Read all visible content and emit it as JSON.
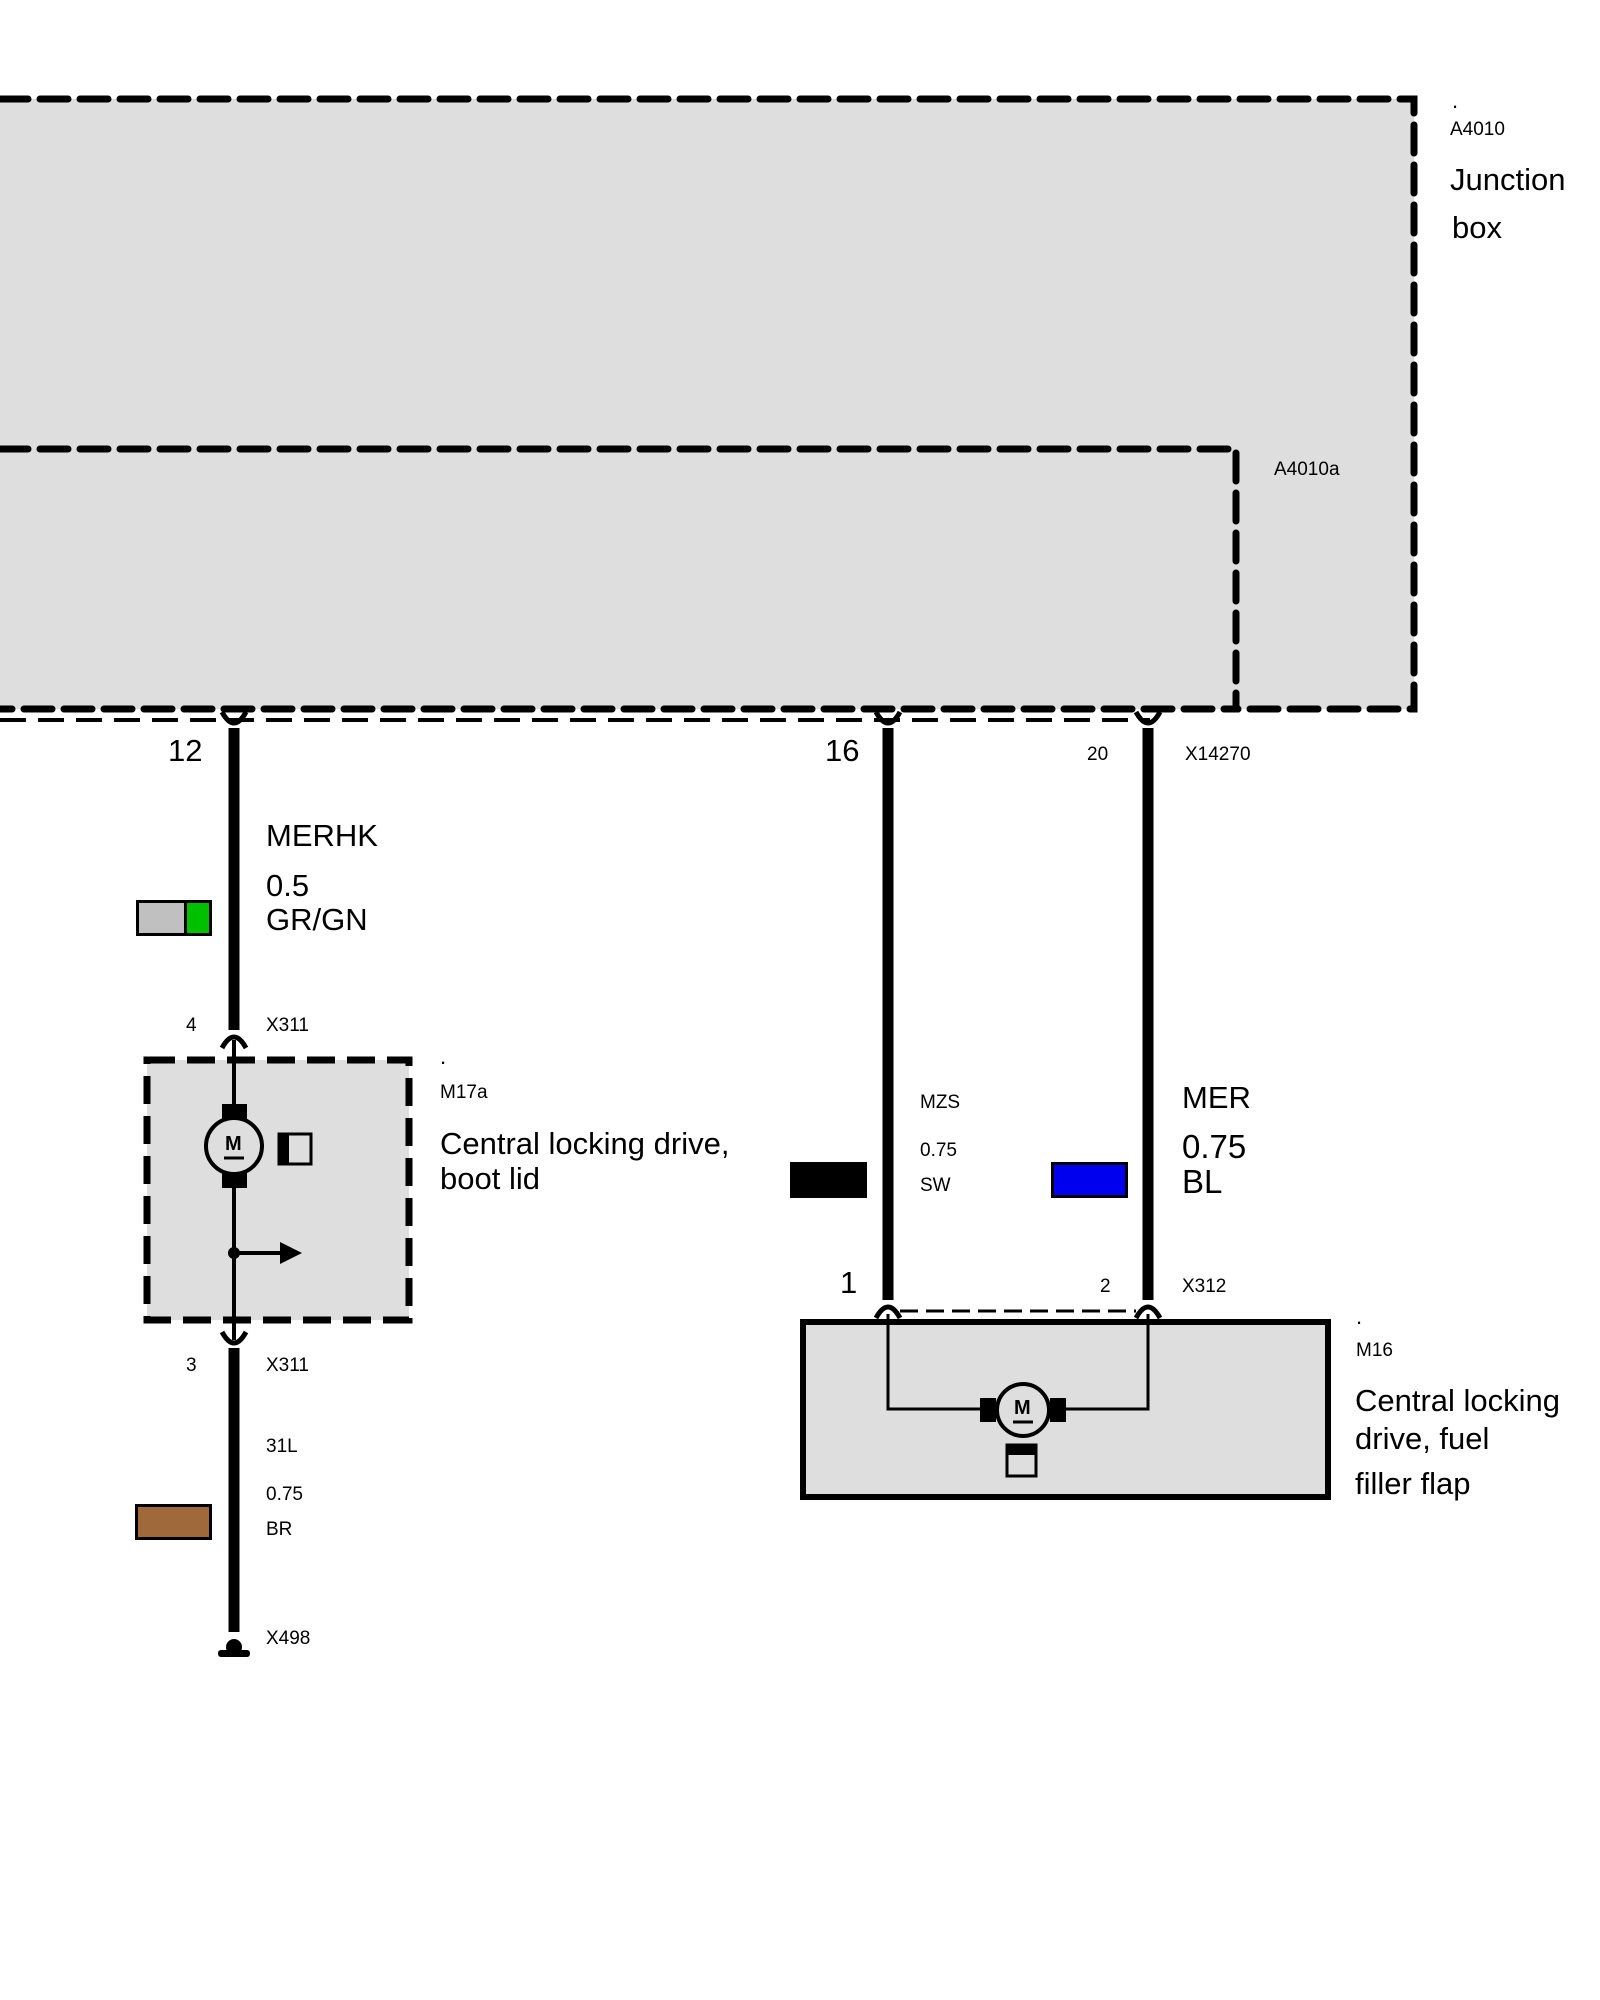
{
  "components": {
    "junction_box": {
      "dot": ".",
      "id": "A4010",
      "name_line1": "Junction",
      "name_line2": "box",
      "fill": "#dedede"
    },
    "junction_box_sub": {
      "id": "A4010a"
    },
    "boot_lid_drive": {
      "dot": ".",
      "id": "M17a",
      "name_line1": "Central locking drive,",
      "name_line2": "boot lid",
      "motor_label": "M"
    },
    "fuel_flap_drive": {
      "dot": ".",
      "id": "M16",
      "name_line1": "Central locking",
      "name_line2": "drive, fuel",
      "name_line3": "filler flap",
      "motor_label": "M"
    }
  },
  "connectors": {
    "x14270": {
      "id": "X14270",
      "pin_12": "12",
      "pin_16": "16",
      "pin_20": "20"
    },
    "x311_top": {
      "id": "X311",
      "pin": "4"
    },
    "x311_bottom": {
      "id": "X311",
      "pin": "3"
    },
    "x312": {
      "id": "X312",
      "pin_1": "1",
      "pin_2": "2"
    },
    "x498": {
      "id": "X498"
    }
  },
  "wires": {
    "merhk": {
      "signal": "MERHK",
      "gauge": "0.5",
      "color_code": "GR/GN",
      "colors": [
        "#c0c0c0",
        "#00c000"
      ]
    },
    "ground_31l": {
      "signal": "31L",
      "gauge": "0.75",
      "color_code": "BR",
      "colors": [
        "#a0693a"
      ]
    },
    "mzs": {
      "signal": "MZS",
      "gauge": "0.75",
      "color_code": "SW",
      "colors": [
        "#000000"
      ]
    },
    "mer": {
      "signal": "MER",
      "gauge": "0.75",
      "color_code": "BL",
      "colors": [
        "#0000ee"
      ]
    }
  }
}
